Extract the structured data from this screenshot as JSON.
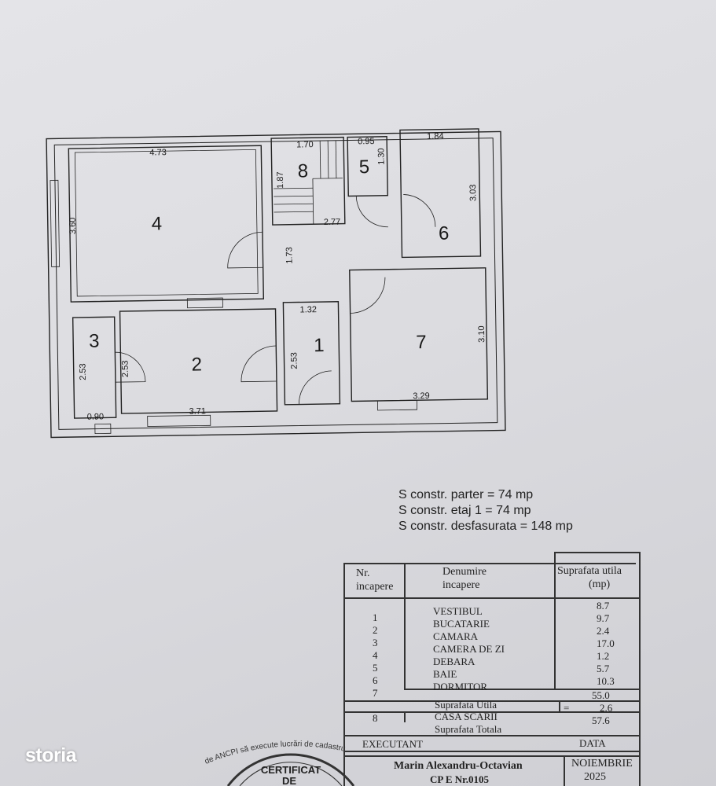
{
  "floor_plan": {
    "rooms": [
      {
        "number": "1"
      },
      {
        "number": "2"
      },
      {
        "number": "3"
      },
      {
        "number": "4"
      },
      {
        "number": "5"
      },
      {
        "number": "6"
      },
      {
        "number": "7"
      },
      {
        "number": "8"
      }
    ],
    "dimensions": {
      "r4_width": "4.73",
      "r4_height": "3.60",
      "r8_width": "1.70",
      "r8_height": "1.87",
      "r5_width": "0.95",
      "r5_height": "1.30",
      "r6_width": "1.84",
      "r6_height": "3.03",
      "hall_width": "2.77",
      "hall_height": "1.73",
      "r1_width": "1.32",
      "r1_height": "2.53",
      "r7_height": "3.10",
      "r7_width": "3.29",
      "r3_height": "2.53",
      "r3_width": "0.90",
      "r2_height": "2.53",
      "r2_width": "3.71"
    }
  },
  "areas": [
    "S constr. parter = 74 mp",
    "S constr. etaj 1 = 74 mp",
    "S constr. desfasurata = 148 mp"
  ],
  "table": {
    "headers": {
      "nr": "Nr.",
      "nr2": "incapere",
      "name": "Denumire",
      "name2": "incapere",
      "area": "Suprafata utila",
      "area2": "(mp)"
    },
    "rows": [
      {
        "nr": "1",
        "name": "VESTIBUL",
        "area": "8.7"
      },
      {
        "nr": "2",
        "name": "BUCATARIE",
        "area": "9.7"
      },
      {
        "nr": "3",
        "name": "CAMARA",
        "area": "2.4"
      },
      {
        "nr": "4",
        "name": "CAMERA DE ZI",
        "area": "17.0"
      },
      {
        "nr": "5",
        "name": "DEBARA",
        "area": "1.2"
      },
      {
        "nr": "6",
        "name": "BAIE",
        "area": "5.7"
      },
      {
        "nr": "7",
        "name": "DORMITOR",
        "area": "10.3"
      }
    ],
    "usable_label": "Suprafata Utila",
    "usable_value": "55.0",
    "stair_nr": "8",
    "stair_label": "CASA SCARII",
    "stair_eq": "=",
    "stair_value": "2.6",
    "total_label": "Suprafata Totala",
    "total_value": "57.6",
    "executant_label": "EXECUTANT",
    "date_label": "DATA",
    "executant_name": "Marin Alexandru-Octavian",
    "executant_cert": "CP E Nr.0105",
    "date_month": "NOIEMBRIE",
    "date_year": "2025"
  },
  "stamp": {
    "arc_text": "de ANCPI să execute lucrări de cadastru",
    "line1": "CERTIFICAT",
    "line2": "DE"
  },
  "watermark": {
    "logo": "storia"
  }
}
